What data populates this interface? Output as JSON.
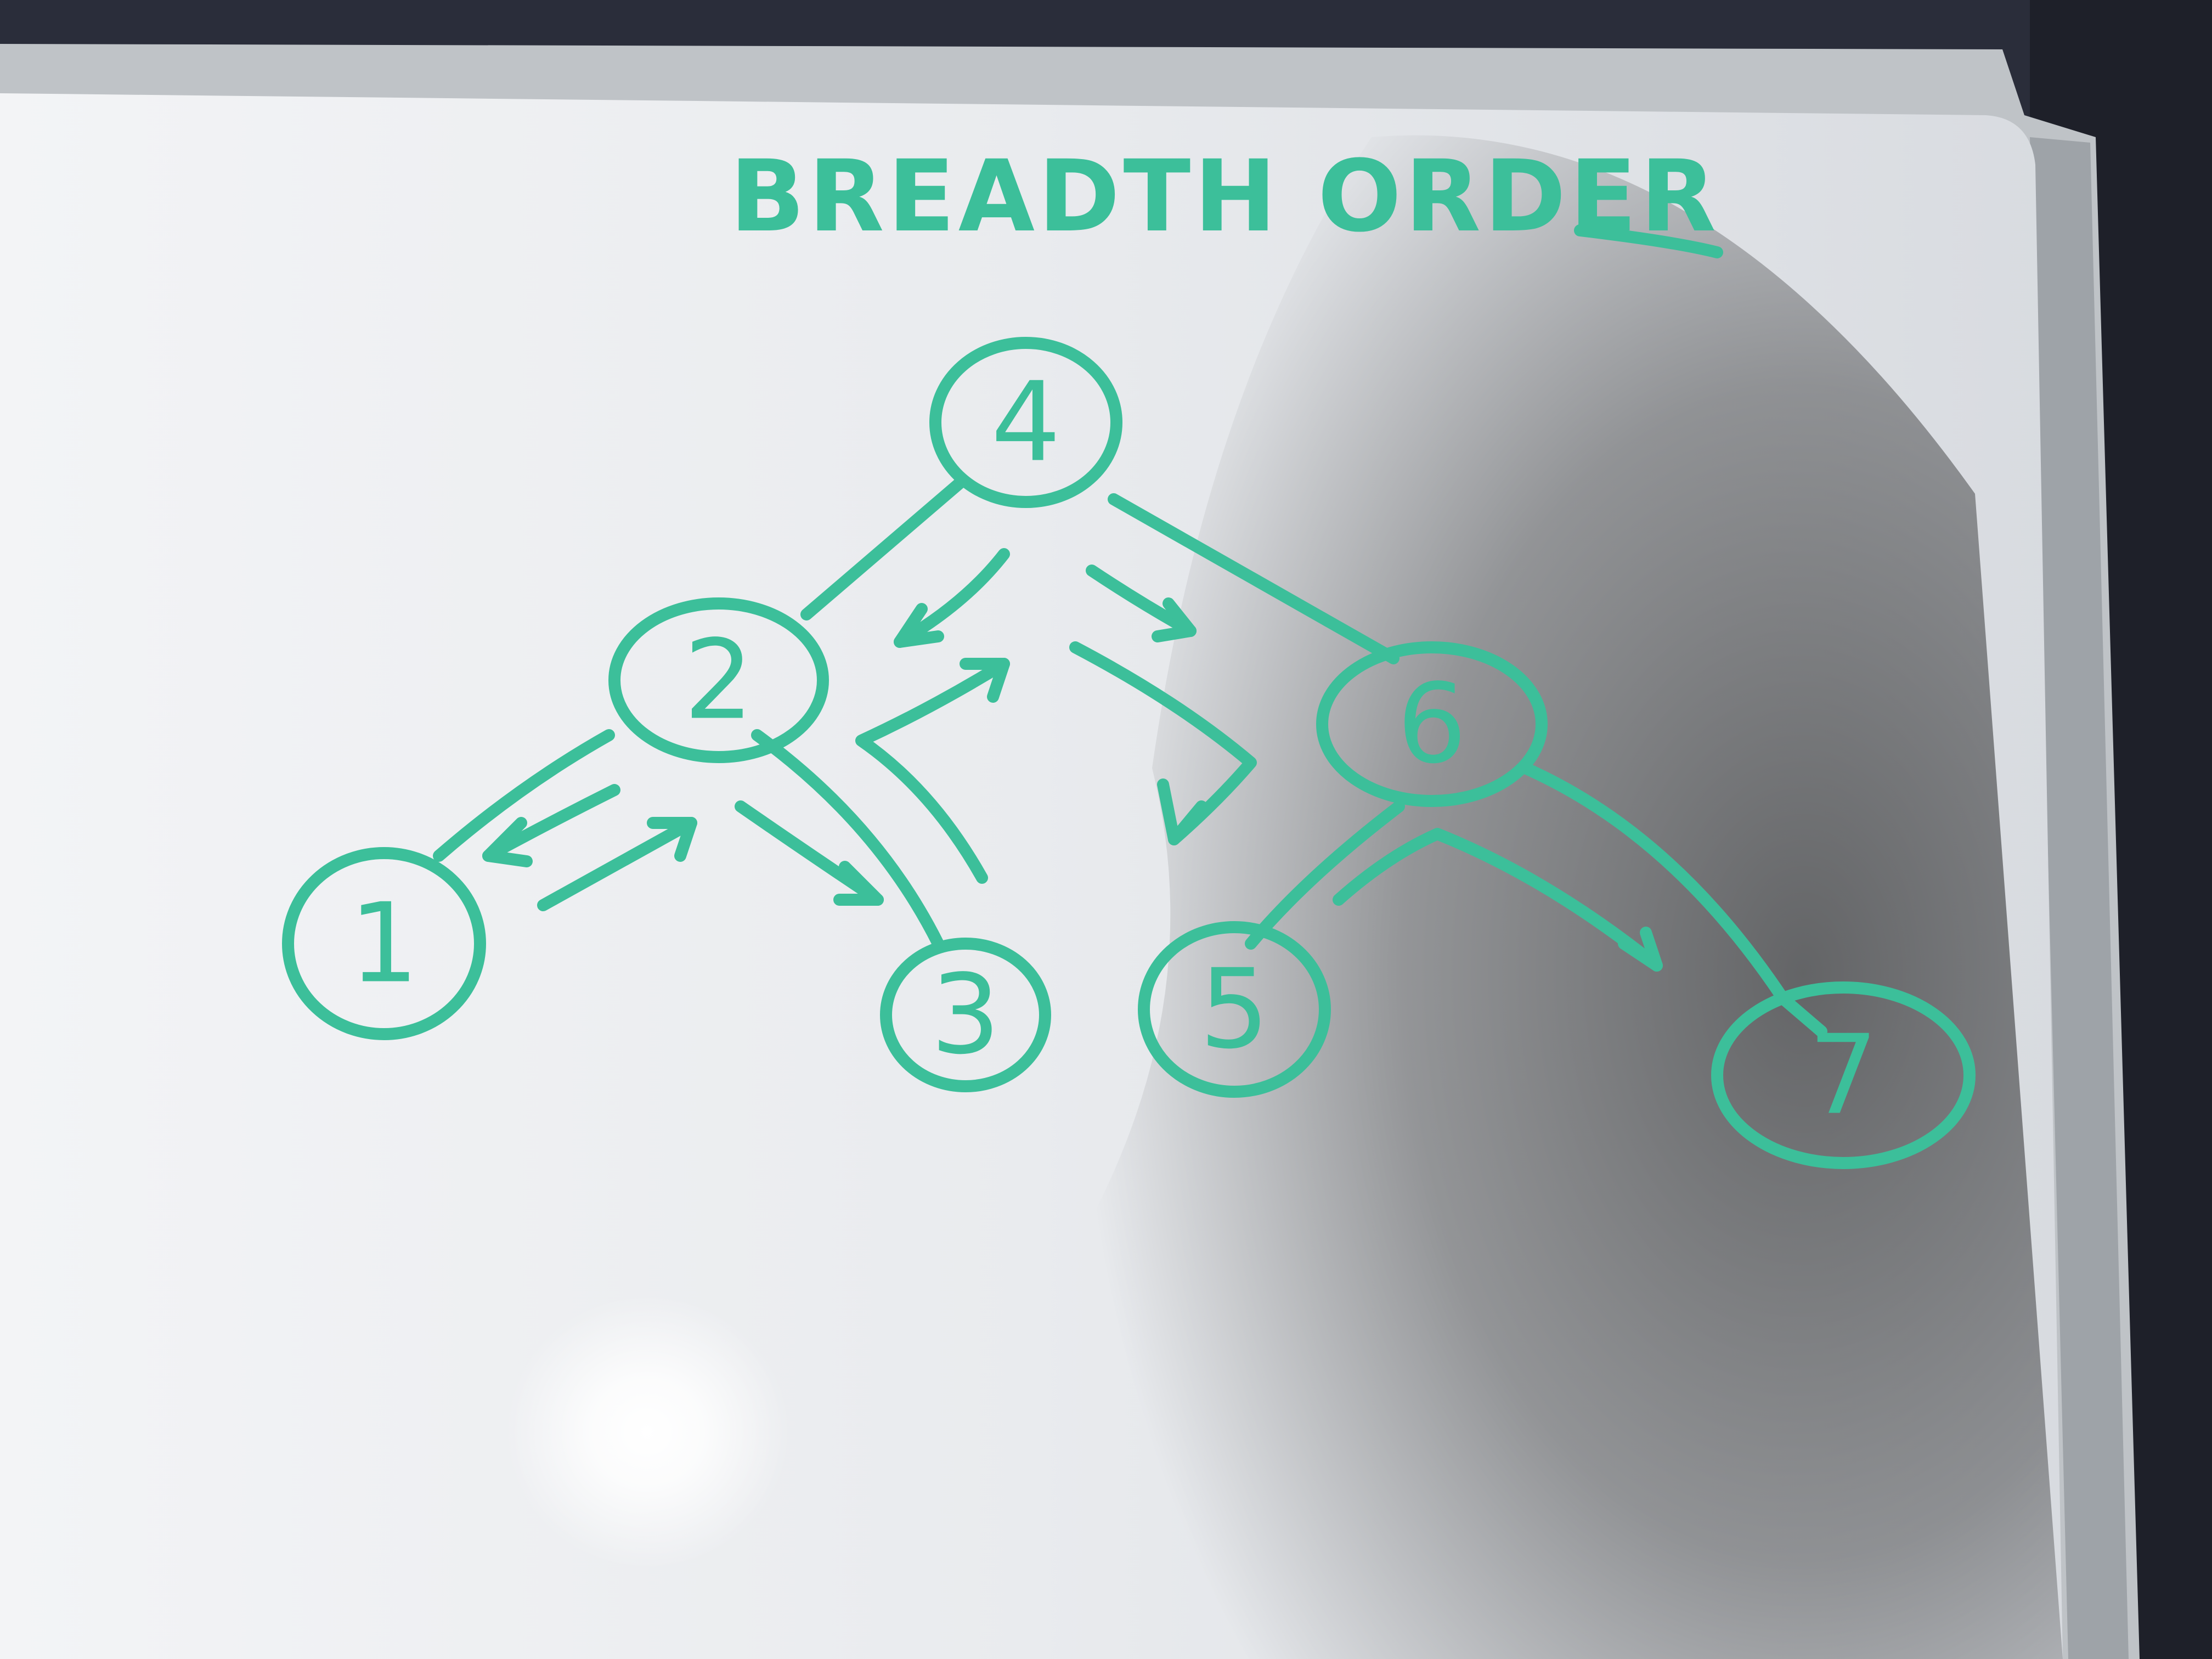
{
  "title": "BREADTH ORDER",
  "colors": {
    "marker": "#3cbf9a",
    "board": "#f1f2f4",
    "frame": "#bfc3c7",
    "shadow": "#3a3c46",
    "background": "#2a2d3a"
  },
  "nodes": [
    {
      "id": "n4",
      "label": "4"
    },
    {
      "id": "n2",
      "label": "2"
    },
    {
      "id": "n6",
      "label": "6"
    },
    {
      "id": "n1",
      "label": "1"
    },
    {
      "id": "n3",
      "label": "3"
    },
    {
      "id": "n5",
      "label": "5"
    },
    {
      "id": "n7",
      "label": "7"
    }
  ],
  "edges": [
    {
      "from": "4",
      "to": "2"
    },
    {
      "from": "4",
      "to": "6"
    },
    {
      "from": "2",
      "to": "1"
    },
    {
      "from": "2",
      "to": "3"
    },
    {
      "from": "6",
      "to": "5"
    },
    {
      "from": "6",
      "to": "7"
    }
  ]
}
